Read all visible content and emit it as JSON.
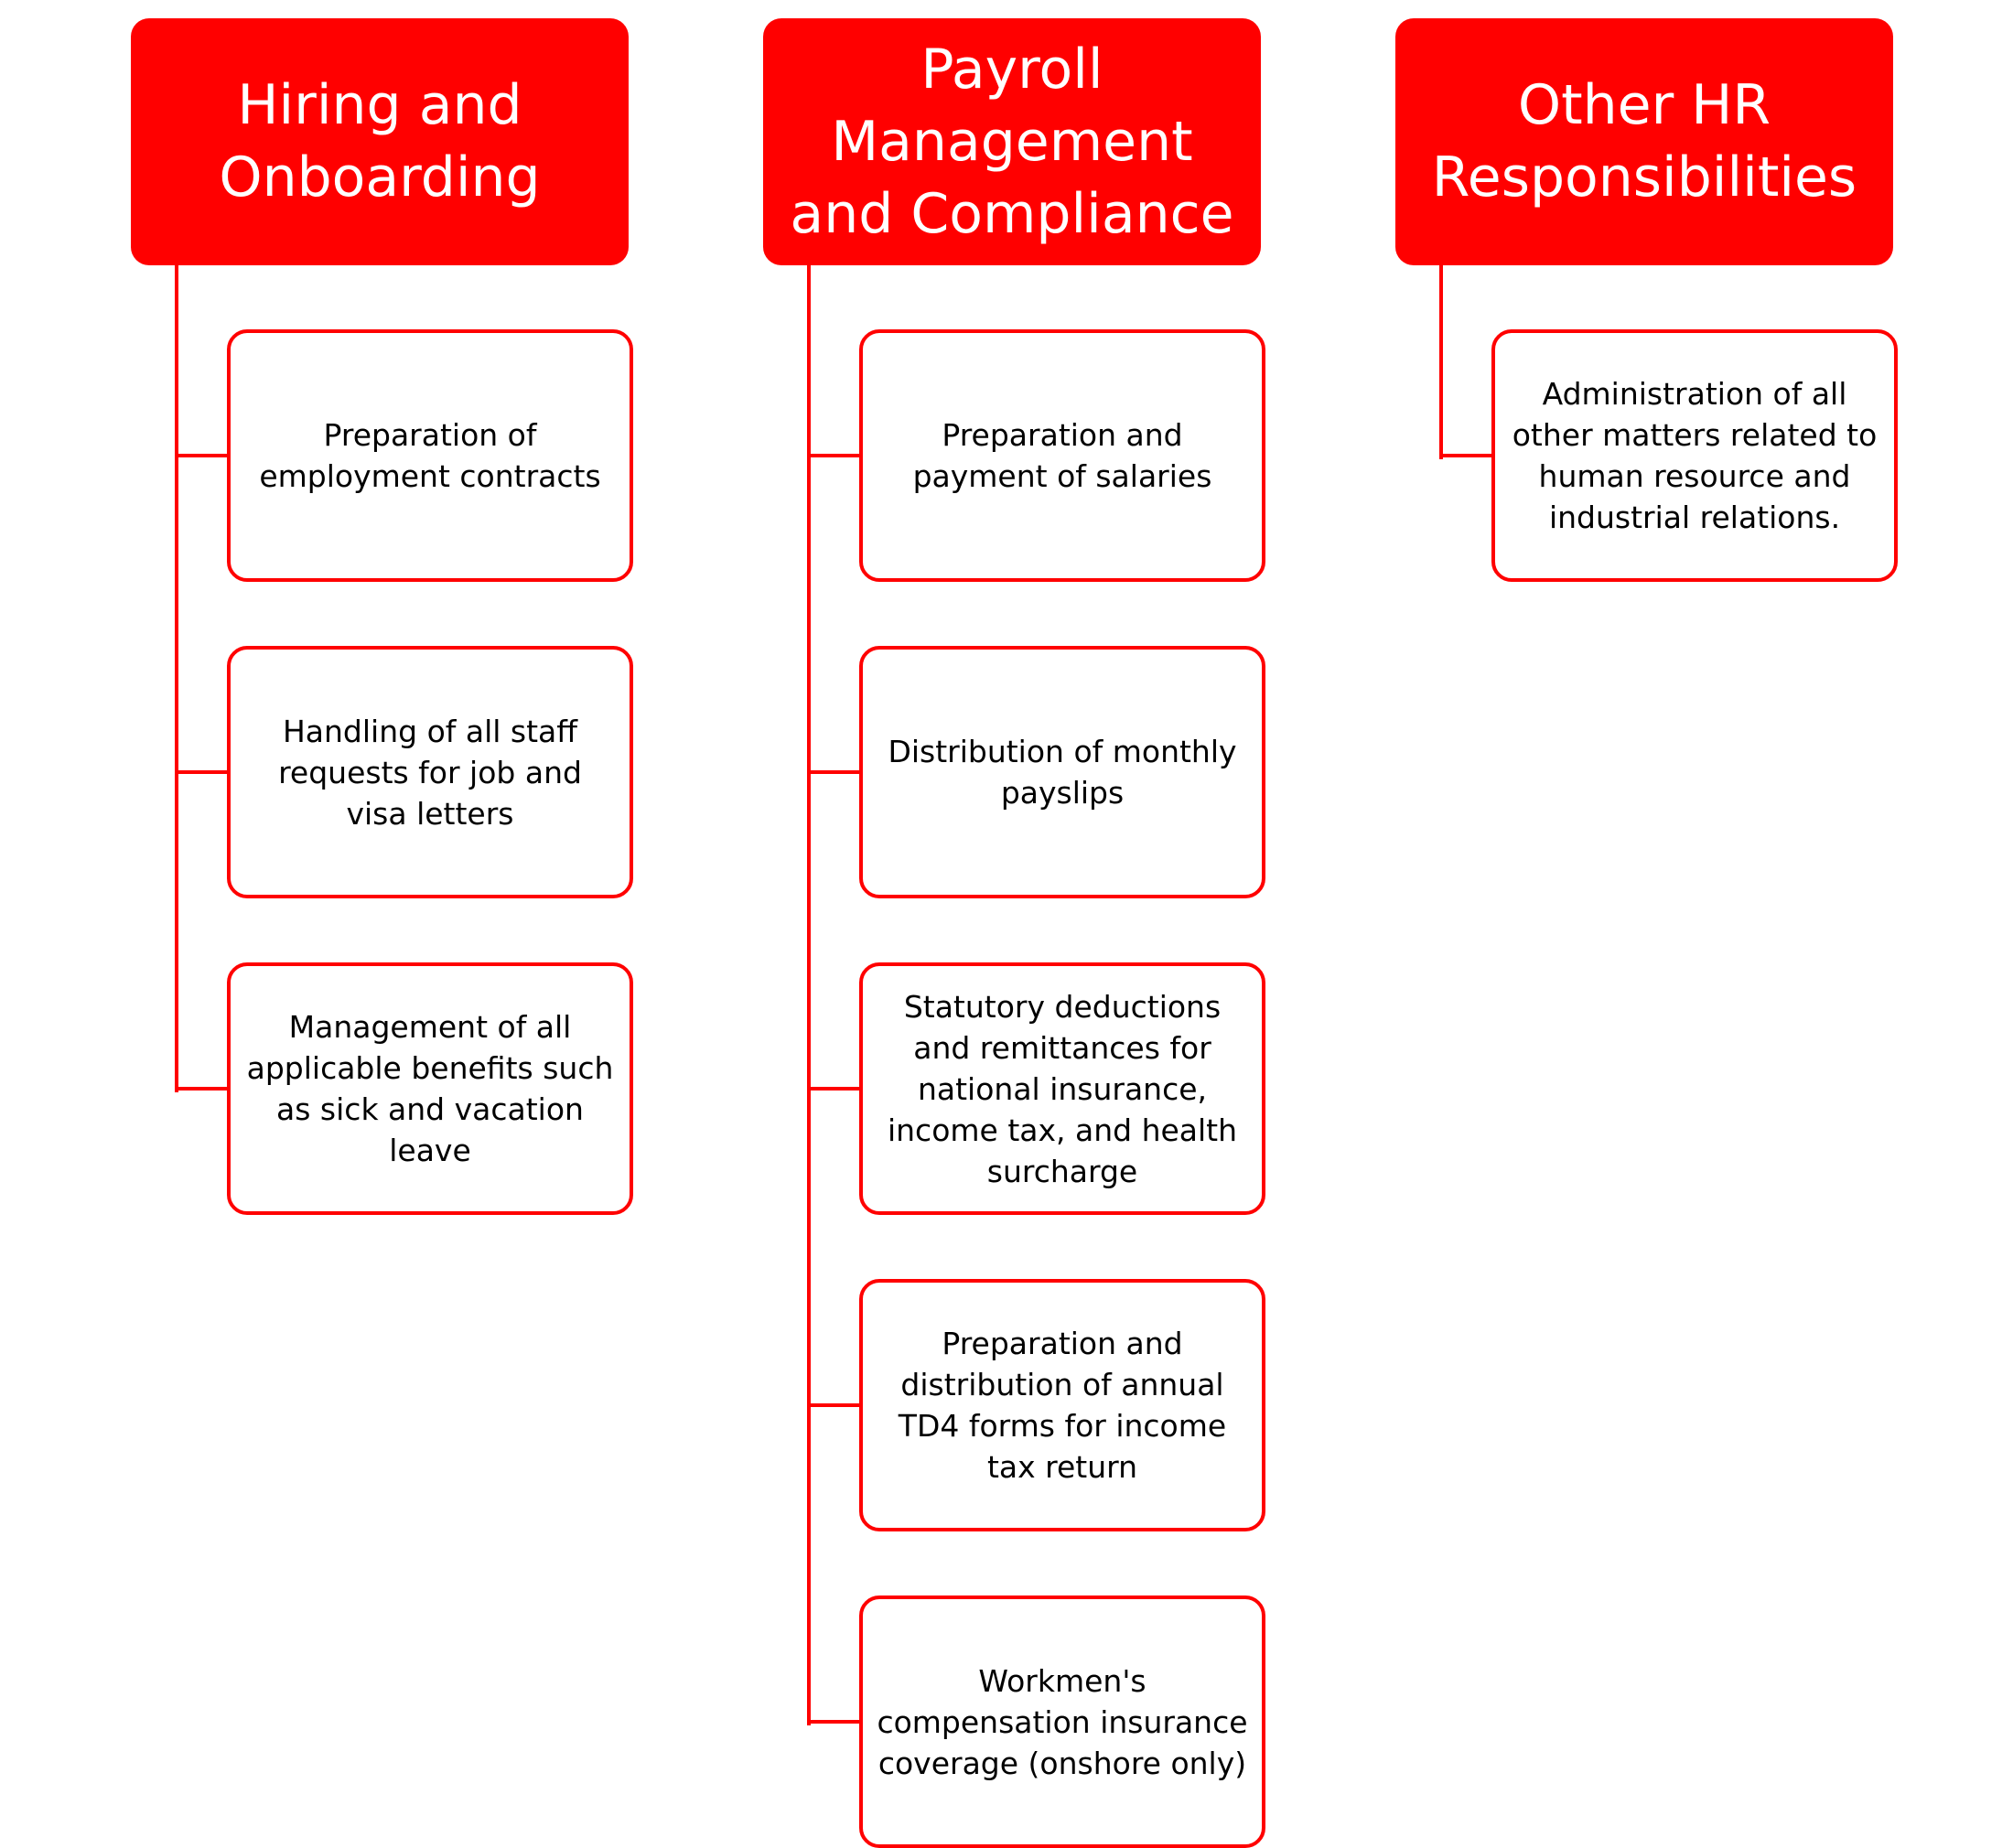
{
  "colors": {
    "accent": "#ff0000",
    "header_text": "#ffffff",
    "body_text": "#000000",
    "background": "#ffffff"
  },
  "columns": [
    {
      "title": "Hiring and Onboarding",
      "items": [
        "Preparation of employment contracts",
        "Handling of all staff requests for job and visa letters",
        "Management of all applicable benefits such as sick and vacation leave"
      ]
    },
    {
      "title": "Payroll Management and Compliance",
      "items": [
        "Preparation and payment of salaries",
        "Distribution of monthly payslips",
        "Statutory deductions and remittances for national insurance, income tax, and health surcharge",
        "Preparation and distribution of annual TD4 forms for income tax return",
        "Workmen's compensation insurance coverage (onshore only)"
      ]
    },
    {
      "title": "Other HR Responsibilities",
      "items": [
        "Administration of all other matters related to human resource and industrial relations."
      ]
    }
  ]
}
